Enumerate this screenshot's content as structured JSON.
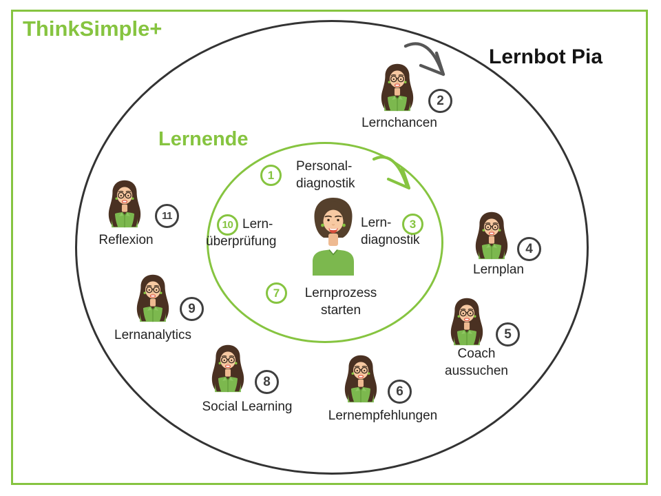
{
  "brand": "ThinkSimple+",
  "title": "Lernbot Pia",
  "inner_group_label": "Lernende",
  "colors": {
    "green": "#86c440",
    "dark_gray": "#3f3f3f",
    "text": "#232323"
  },
  "icons": {
    "outer_flow_arrow": "curved-arrow-dark",
    "inner_flow_arrow": "curved-arrow-green",
    "outer_avatar": "woman-with-glasses-avatar",
    "center_avatar": "learner-woman-avatar"
  },
  "steps": [
    {
      "num": "1",
      "ring": "inner",
      "label_lines": [
        "Personal-",
        "diagnostik"
      ]
    },
    {
      "num": "2",
      "ring": "outer",
      "label_lines": [
        "Lernchancen"
      ]
    },
    {
      "num": "3",
      "ring": "inner",
      "label_lines": [
        "Lern-",
        "diagnostik"
      ]
    },
    {
      "num": "4",
      "ring": "outer",
      "label_lines": [
        "Lernplan"
      ]
    },
    {
      "num": "5",
      "ring": "outer",
      "label_lines": [
        "Coach",
        "aussuchen"
      ]
    },
    {
      "num": "6",
      "ring": "outer",
      "label_lines": [
        "Lernempfehlungen"
      ]
    },
    {
      "num": "7",
      "ring": "inner",
      "label_lines": [
        "Lernprozess",
        "starten"
      ]
    },
    {
      "num": "8",
      "ring": "outer",
      "label_lines": [
        "Social Learning"
      ]
    },
    {
      "num": "9",
      "ring": "outer",
      "label_lines": [
        "Lernanalytics"
      ]
    },
    {
      "num": "10",
      "ring": "inner",
      "label_lines": [
        "Lern-",
        "überprüfung"
      ]
    },
    {
      "num": "11",
      "ring": "outer",
      "label_lines": [
        "Reflexion"
      ]
    }
  ]
}
